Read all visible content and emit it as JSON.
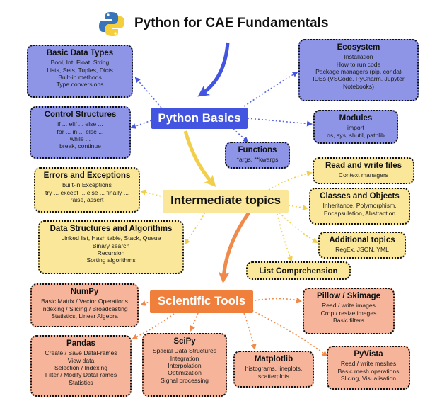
{
  "title": "Python for CAE Fundamentals",
  "logo_icon": "python-logo-icon",
  "colors": {
    "blue_node": "#8f95e6",
    "blue_hub": "#4355e0",
    "yellow": "#fae79a",
    "orange_node": "#f6b59a",
    "orange_hub": "#f07f3c"
  },
  "hubs": {
    "basics": "Python Basics",
    "intermediate": "Intermediate topics",
    "scientific": "Scientific Tools"
  },
  "nodes": {
    "basic_data_types": {
      "title": "Basic Data Types",
      "lines": [
        "Bool, Int, Float, String",
        "Lists, Sets, Tuples, Dicts",
        "Built-in methods",
        "Type conversions"
      ]
    },
    "control_structures": {
      "title": "Control Structures",
      "lines": [
        "if ... elif ... else ...",
        "for ... in ... else ...",
        "while ...",
        "break, continue"
      ]
    },
    "ecosystem": {
      "title": "Ecosystem",
      "lines": [
        "Installation",
        "How to run code",
        "Package managers (pip, conda)",
        "IDEs (VSCode, PyCharm, Jupyter",
        "Notebooks)"
      ]
    },
    "modules": {
      "title": "Modules",
      "lines": [
        "import",
        "os, sys, shutil, pathlib"
      ]
    },
    "functions": {
      "title": "Functions",
      "lines": [
        "*args, **kwargs"
      ]
    },
    "errors": {
      "title": "Errors and Exceptions",
      "lines": [
        "built-in Exceptions",
        "try ... except ... else ... finally ...",
        "raise, assert"
      ]
    },
    "read_write": {
      "title": "Read and write files",
      "lines": [
        "Context managers"
      ]
    },
    "classes": {
      "title": "Classes and Objects",
      "lines": [
        "Inheritance, Polymorphism,",
        "Encapsulation, Abstraction"
      ]
    },
    "dsa": {
      "title": "Data Structures and Algorithms",
      "lines": [
        "Linked list, Hash table, Stack, Queue",
        "Binary search",
        "Recursion",
        "Sorting algorithms"
      ]
    },
    "additional": {
      "title": "Additional topics",
      "lines": [
        "RegEx, JSON, YML"
      ]
    },
    "list_comp": {
      "title": "List Comprehension",
      "lines": []
    },
    "numpy": {
      "title": "NumPy",
      "lines": [
        "Basic Matrix / Vector Operations",
        "Indexing / Slicing / Broadcasting",
        "Statistics, Linear Algebra"
      ]
    },
    "pillow": {
      "title": "Pillow / Skimage",
      "lines": [
        "Read / write images",
        "Crop / resize images",
        "Basic filters"
      ]
    },
    "pandas": {
      "title": "Pandas",
      "lines": [
        "Create / Save DataFrames",
        "View data",
        "Selection / Indexing",
        "Filter / Modify DataFrames",
        "Statistics"
      ]
    },
    "scipy": {
      "title": "SciPy",
      "lines": [
        "Spacial Data Structures",
        "Integration",
        "Interpolation",
        "Optimization",
        "Signal processing"
      ]
    },
    "matplotlib": {
      "title": "Matplotlib",
      "lines": [
        "histograms, lineplots,",
        "scatterplots"
      ]
    },
    "pyvista": {
      "title": "PyVista",
      "lines": [
        "Read / write meshes",
        "Basic mesh operations",
        "Slicing, Visualisation"
      ]
    }
  }
}
